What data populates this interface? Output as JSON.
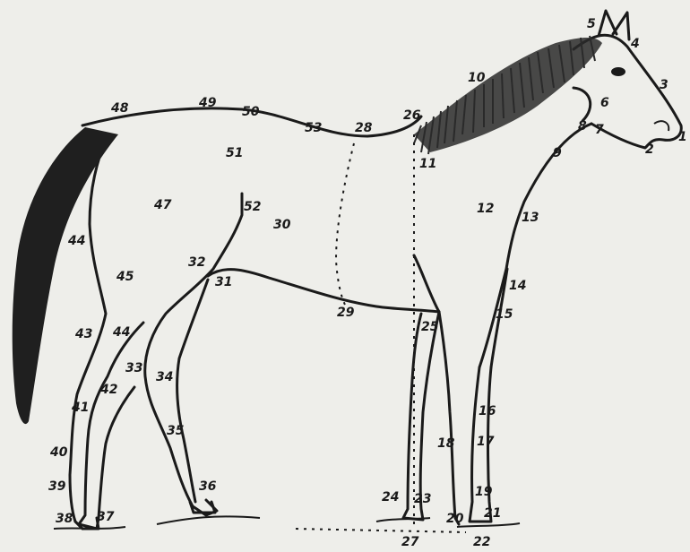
{
  "colors": {
    "background": "#eeeeea",
    "ink": "#1a1a1a",
    "hair": "#2a2a2a"
  },
  "labels": [
    {
      "id": "l1",
      "text": "1"
    },
    {
      "id": "l2",
      "text": "2"
    },
    {
      "id": "l3",
      "text": "3"
    },
    {
      "id": "l4",
      "text": "4"
    },
    {
      "id": "l5",
      "text": "5"
    },
    {
      "id": "l6",
      "text": "6"
    },
    {
      "id": "l7",
      "text": "7"
    },
    {
      "id": "l8",
      "text": "8"
    },
    {
      "id": "l9",
      "text": "9"
    },
    {
      "id": "l10",
      "text": "10"
    },
    {
      "id": "l11",
      "text": "11"
    },
    {
      "id": "l12",
      "text": "12"
    },
    {
      "id": "l13",
      "text": "13"
    },
    {
      "id": "l14",
      "text": "14"
    },
    {
      "id": "l15",
      "text": "15"
    },
    {
      "id": "l16",
      "text": "16"
    },
    {
      "id": "l17",
      "text": "17"
    },
    {
      "id": "l18",
      "text": "18"
    },
    {
      "id": "l19",
      "text": "19"
    },
    {
      "id": "l20",
      "text": "20"
    },
    {
      "id": "l21",
      "text": "21"
    },
    {
      "id": "l22",
      "text": "22"
    },
    {
      "id": "l23",
      "text": "23"
    },
    {
      "id": "l24",
      "text": "24"
    },
    {
      "id": "l25",
      "text": "25"
    },
    {
      "id": "l26",
      "text": "26"
    },
    {
      "id": "l27",
      "text": "27"
    },
    {
      "id": "l28",
      "text": "28"
    },
    {
      "id": "l29",
      "text": "29"
    },
    {
      "id": "l30",
      "text": "30"
    },
    {
      "id": "l31",
      "text": "31"
    },
    {
      "id": "l32",
      "text": "32"
    },
    {
      "id": "l33",
      "text": "33"
    },
    {
      "id": "l34",
      "text": "34"
    },
    {
      "id": "l35",
      "text": "35"
    },
    {
      "id": "l36",
      "text": "36"
    },
    {
      "id": "l37",
      "text": "37"
    },
    {
      "id": "l38",
      "text": "38"
    },
    {
      "id": "l39",
      "text": "39"
    },
    {
      "id": "l40",
      "text": "40"
    },
    {
      "id": "l41",
      "text": "41"
    },
    {
      "id": "l42",
      "text": "42"
    },
    {
      "id": "l43",
      "text": "43"
    },
    {
      "id": "l44a",
      "text": "44"
    },
    {
      "id": "l44b",
      "text": "44"
    },
    {
      "id": "l45",
      "text": "45"
    },
    {
      "id": "l47",
      "text": "47"
    },
    {
      "id": "l48",
      "text": "48"
    },
    {
      "id": "l49",
      "text": "49"
    },
    {
      "id": "l50",
      "text": "50"
    },
    {
      "id": "l51",
      "text": "51"
    },
    {
      "id": "l52",
      "text": "52"
    },
    {
      "id": "l53",
      "text": "53"
    }
  ]
}
